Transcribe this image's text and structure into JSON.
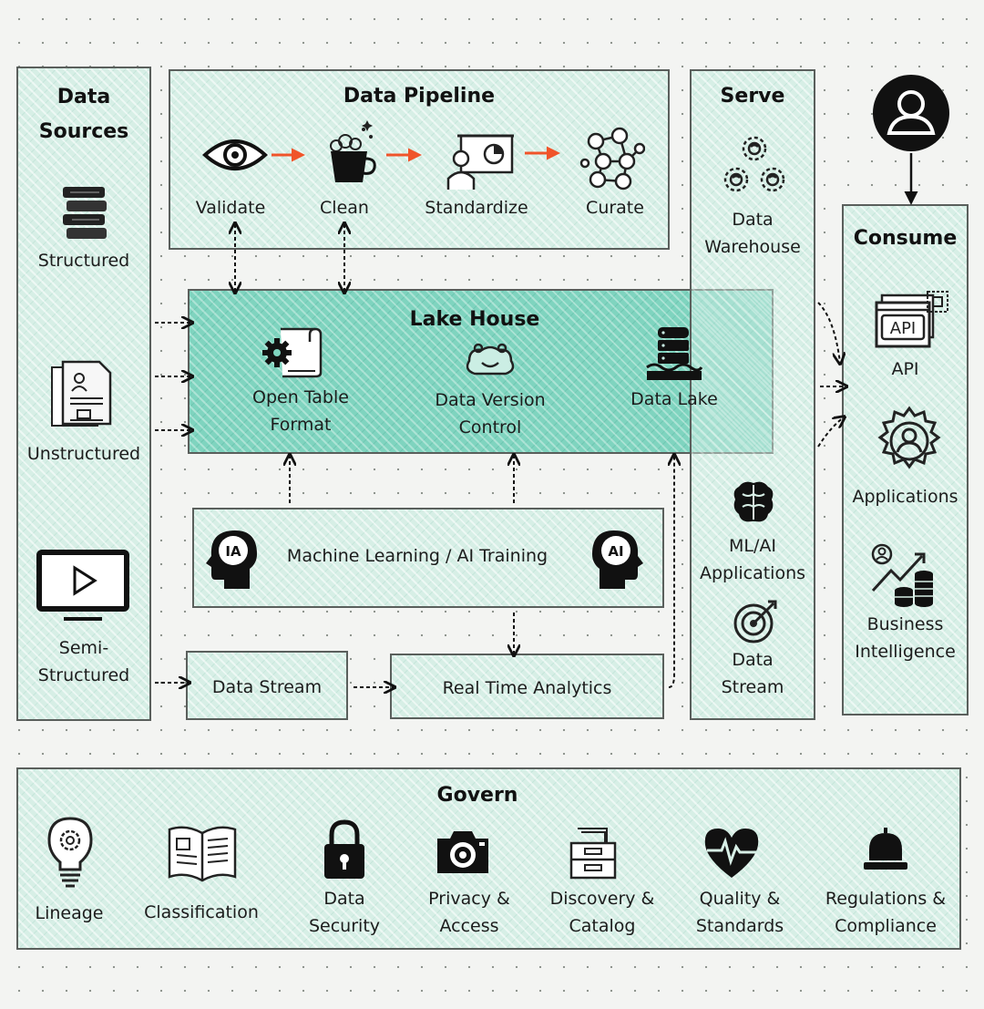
{
  "sources": {
    "title_line1": "Data",
    "title_line2": "Sources",
    "structured": "Structured",
    "unstructured": "Unstructured",
    "semi_line1": "Semi-",
    "semi_line2": "Structured"
  },
  "pipeline": {
    "title": "Data Pipeline",
    "steps": [
      "Validate",
      "Clean",
      "Standardize",
      "Curate"
    ]
  },
  "lakehouse": {
    "title": "Lake House",
    "open_table_line1": "Open Table",
    "open_table_line2": "Format",
    "version_line1": "Data Version",
    "version_line2": "Control",
    "data_lake": "Data Lake"
  },
  "ml": {
    "label": "Machine Learning / AI Training",
    "badge_left": "IA",
    "badge_right": "AI"
  },
  "data_stream": "Data Stream",
  "rta": "Real Time Analytics",
  "serve": {
    "title": "Serve",
    "warehouse_line1": "Data",
    "warehouse_line2": "Warehouse",
    "mlai_line1": "ML/AI",
    "mlai_line2": "Applications",
    "stream_line1": "Data",
    "stream_line2": "Stream"
  },
  "consume": {
    "title": "Consume",
    "api_badge": "API",
    "api": "API",
    "applications": "Applications",
    "bi_line1": "Business",
    "bi_line2": "Intelligence"
  },
  "govern": {
    "title": "Govern",
    "lineage": "Lineage",
    "classification": "Classification",
    "security_line1": "Data",
    "security_line2": "Security",
    "privacy_line1": "Privacy &",
    "privacy_line2": "Access",
    "discovery_line1": "Discovery &",
    "discovery_line2": "Catalog",
    "quality_line1": "Quality &",
    "quality_line2": "Standards",
    "regulations_line1": "Regulations &",
    "regulations_line2": "Compliance"
  },
  "colors": {
    "accent_arrow": "#f0542a",
    "lake_fill": "#7fd4bf",
    "panel_fill": "#d7efe6",
    "border": "#5a5f5c"
  }
}
